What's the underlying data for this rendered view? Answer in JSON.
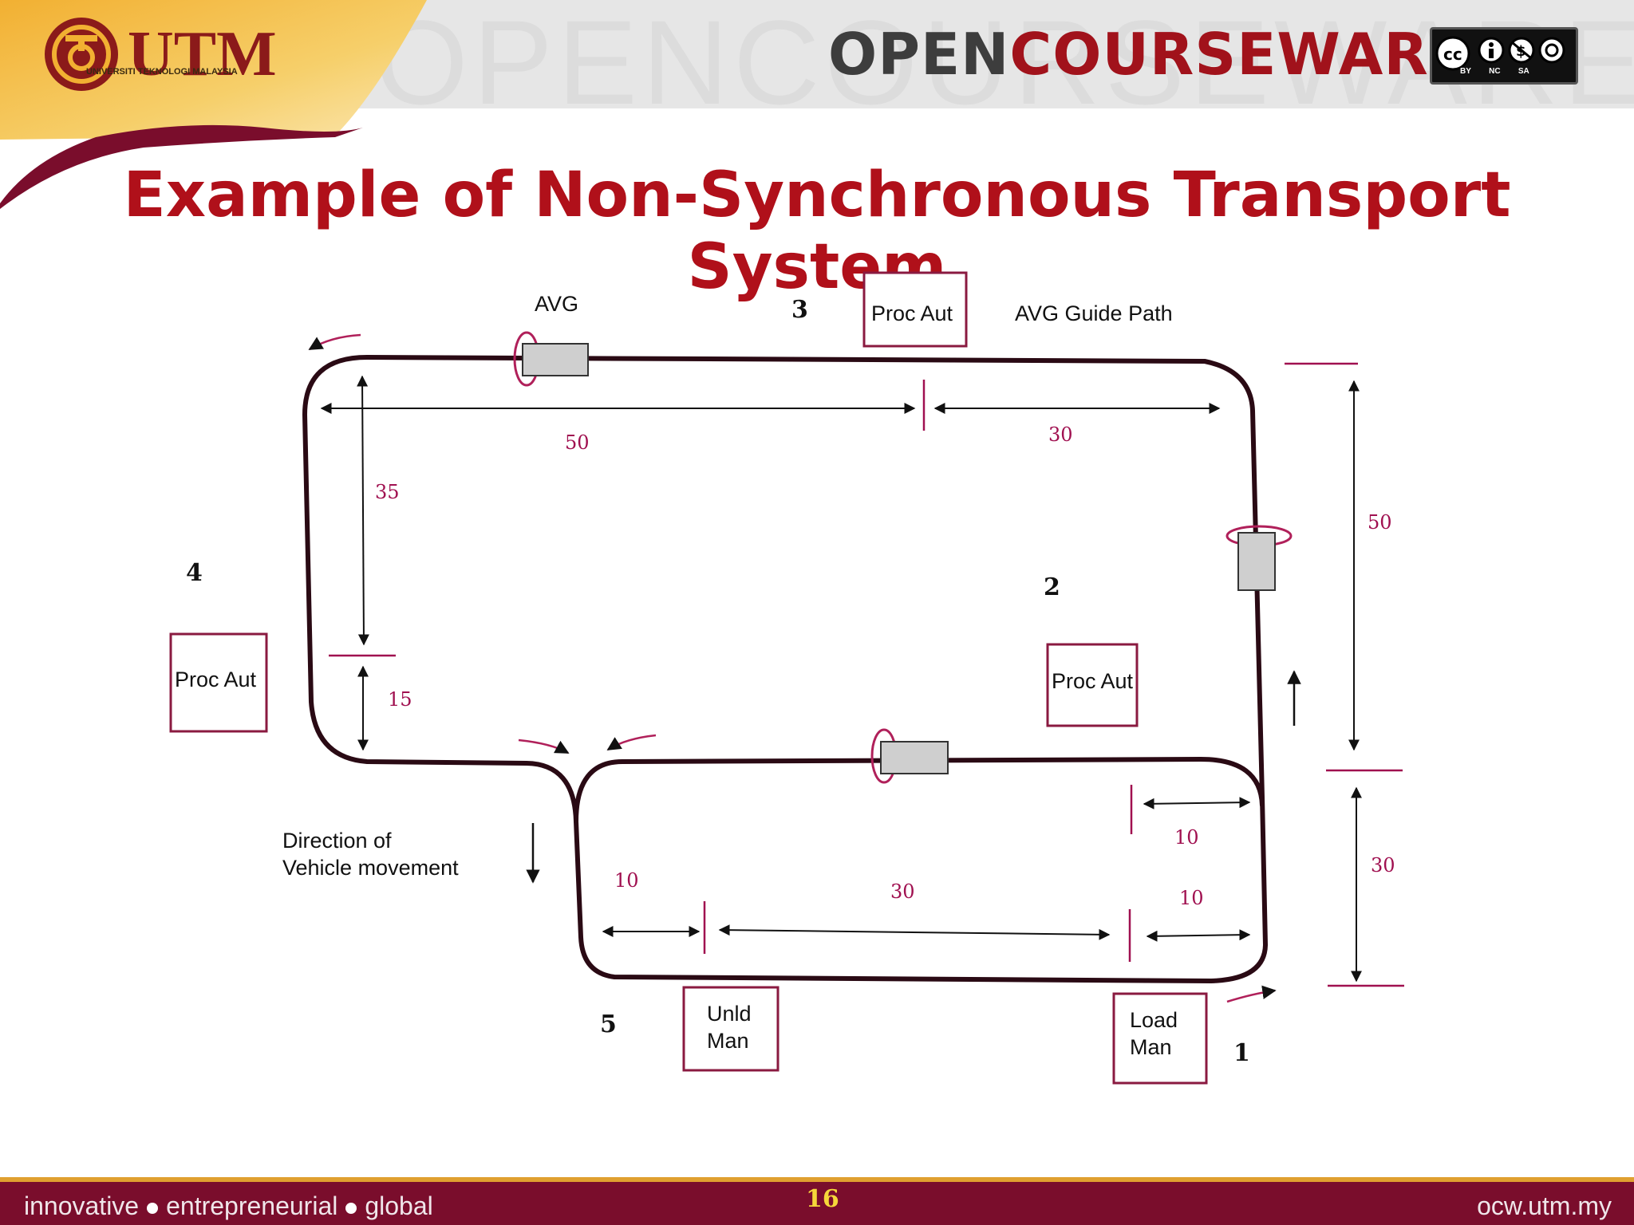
{
  "header": {
    "logo_text": "UTM",
    "logo_subtext": "UNIVERSITI TEKNOLOGI MALAYSIA",
    "brand_open": "OPEN",
    "brand_course": "COURSEWARE",
    "license_labels": [
      "BY",
      "NC",
      "SA"
    ]
  },
  "slide": {
    "title": "Example of Non-Synchronous Transport System",
    "page_number": "16"
  },
  "diagram": {
    "vehicle_label": "AVG",
    "guide_path_label": "AVG Guide Path",
    "direction_label_line1": "Direction of",
    "direction_label_line2": "Vehicle movement",
    "stations": [
      {
        "number": "1",
        "box_line1": "Load",
        "box_line2": "Man"
      },
      {
        "number": "2",
        "box_line1": "Proc Aut",
        "box_line2": ""
      },
      {
        "number": "3",
        "box_line1": "Proc Aut",
        "box_line2": ""
      },
      {
        "number": "4",
        "box_line1": "Proc Aut",
        "box_line2": ""
      },
      {
        "number": "5",
        "box_line1": "Unld",
        "box_line2": "Man"
      }
    ],
    "dimensions": {
      "top_left_length": "50",
      "top_right_length": "30",
      "left_upper_height": "35",
      "left_lower_height": "15",
      "right_upper_height": "50",
      "right_lower_height": "30",
      "bottom_left_length": "10",
      "bottom_middle_length": "30",
      "bottom_right_length": "10",
      "inner_right_length": "10"
    }
  },
  "footer": {
    "tag1": "innovative",
    "tag2": "entrepreneurial",
    "tag3": "global",
    "site": "ocw.utm.my"
  },
  "colors": {
    "title": "#b0101a",
    "footer_bg": "#7a0d2c",
    "path": "#2a0a14",
    "dimension": "#a01050",
    "page_number": "#f5d73a"
  }
}
